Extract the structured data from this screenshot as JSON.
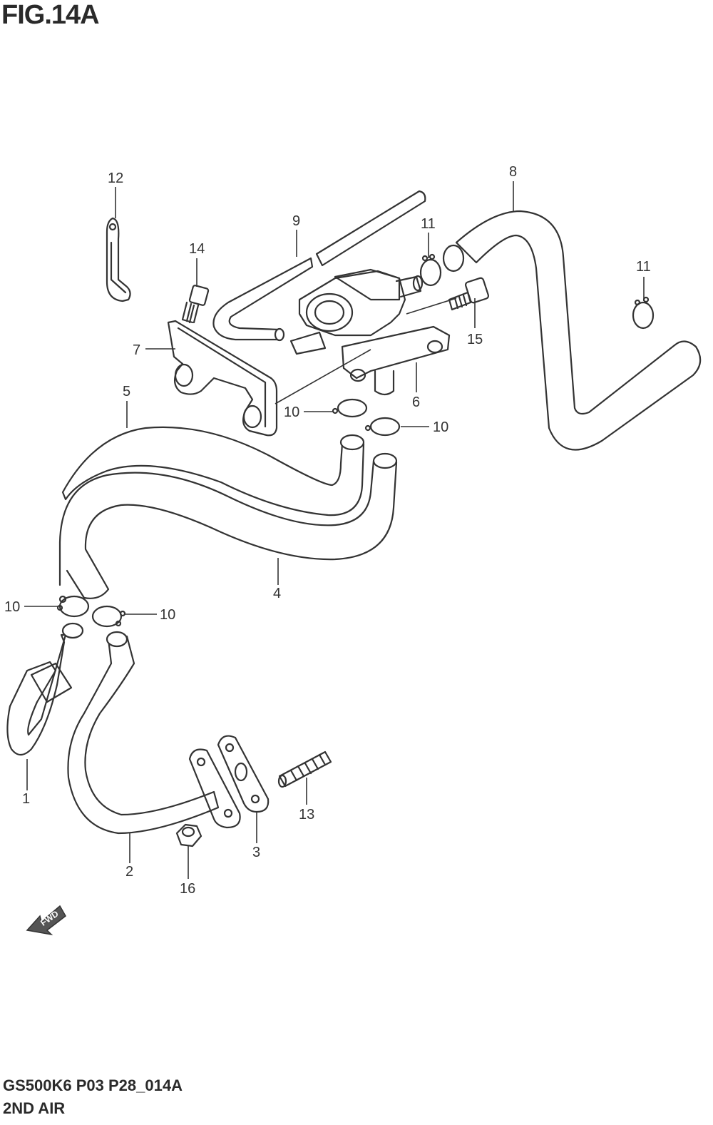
{
  "figure": {
    "title": "FIG.14A"
  },
  "footer": {
    "model_code": "GS500K6 P03 P28_014A",
    "section_name": "2ND AIR"
  },
  "direction_arrow": {
    "label": "FWD"
  },
  "callouts": {
    "c1": "1",
    "c2": "2",
    "c3": "3",
    "c4": "4",
    "c5": "5",
    "c6": "6",
    "c7": "7",
    "c8": "8",
    "c9": "9",
    "c10a": "10",
    "c10b": "10",
    "c10c": "10",
    "c10d": "10",
    "c11a": "11",
    "c11b": "11",
    "c12": "12",
    "c13": "13",
    "c14": "14",
    "c15": "15",
    "c16": "16"
  }
}
